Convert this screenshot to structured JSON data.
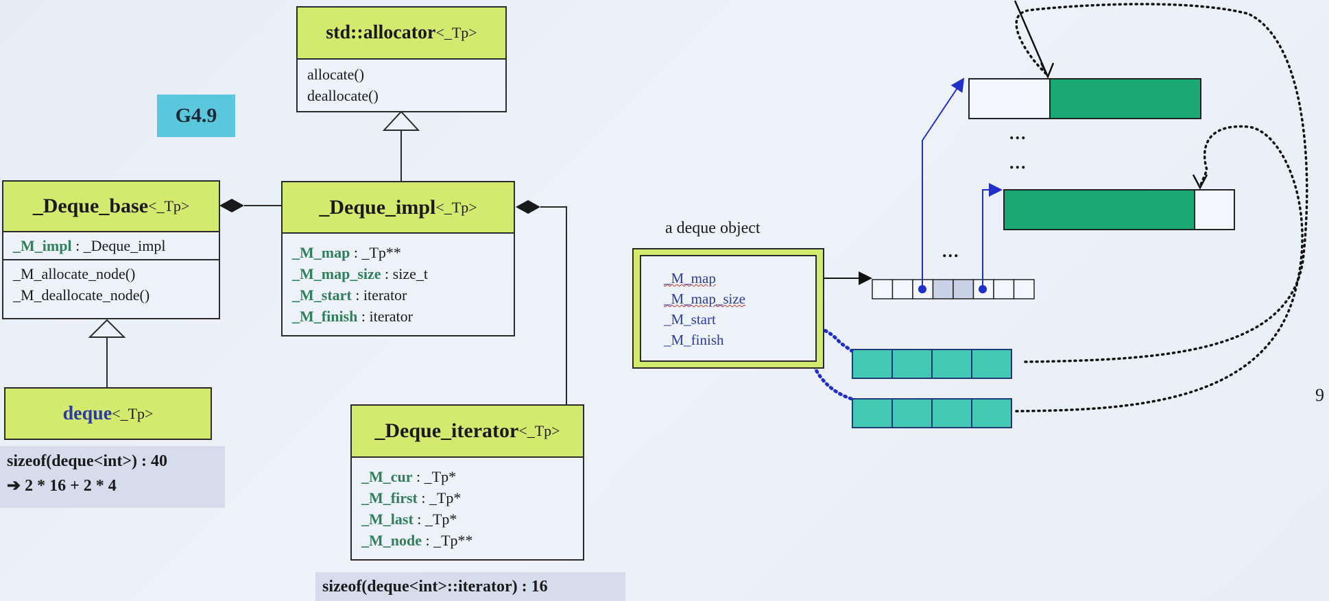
{
  "badge": "G4.9",
  "classes": {
    "allocator": {
      "name": "std::allocator",
      "tparam": "<_Tp>",
      "methods": [
        "allocate()",
        "deallocate()"
      ]
    },
    "deque_base": {
      "name": "_Deque_base",
      "tparam": "<_Tp>",
      "field": {
        "name": "_M_impl",
        "type": " : _Deque_impl"
      },
      "methods": [
        "_M_allocate_node()",
        "_M_deallocate_node()"
      ]
    },
    "deque_impl": {
      "name": "_Deque_impl",
      "tparam": "<_Tp>",
      "fields": [
        {
          "name": "_M_map",
          "type": " : _Tp**"
        },
        {
          "name": "_M_map_size",
          "type": " : size_t"
        },
        {
          "name": "_M_start",
          "type": " : iterator"
        },
        {
          "name": "_M_finish",
          "type": " : iterator"
        }
      ]
    },
    "deque": {
      "name": "deque",
      "tparam": "<_Tp>"
    },
    "deque_iterator": {
      "name": "_Deque_iterator",
      "tparam": "<_Tp>",
      "fields": [
        {
          "name": "_M_cur",
          "type": " : _Tp*"
        },
        {
          "name": "_M_first",
          "type": " : _Tp*"
        },
        {
          "name": "_M_last",
          "type": " : _Tp*"
        },
        {
          "name": "_M_node",
          "type": " : _Tp**"
        }
      ]
    }
  },
  "sizeof_deque": {
    "line1": "sizeof(deque<int>) : 40",
    "line2": "➔ 2 * 16 + 2 * 4"
  },
  "sizeof_iterator": "sizeof(deque<int>::iterator) : 16",
  "deque_object": {
    "label": "a deque object",
    "members": [
      "_M_map",
      "_M_map_size",
      "_M_start",
      "_M_finish"
    ]
  },
  "ellipses": [
    "...",
    "...",
    "..."
  ],
  "page_number": "9",
  "colors": {
    "class_header": "#d4ea6e",
    "badge": "#5bc7dd",
    "buffer_green": "#1aa874",
    "iterator_cell": "#44c9b5",
    "pointer_blue": "#1f2fc8",
    "arrow_navy": "#2a2e9e"
  }
}
